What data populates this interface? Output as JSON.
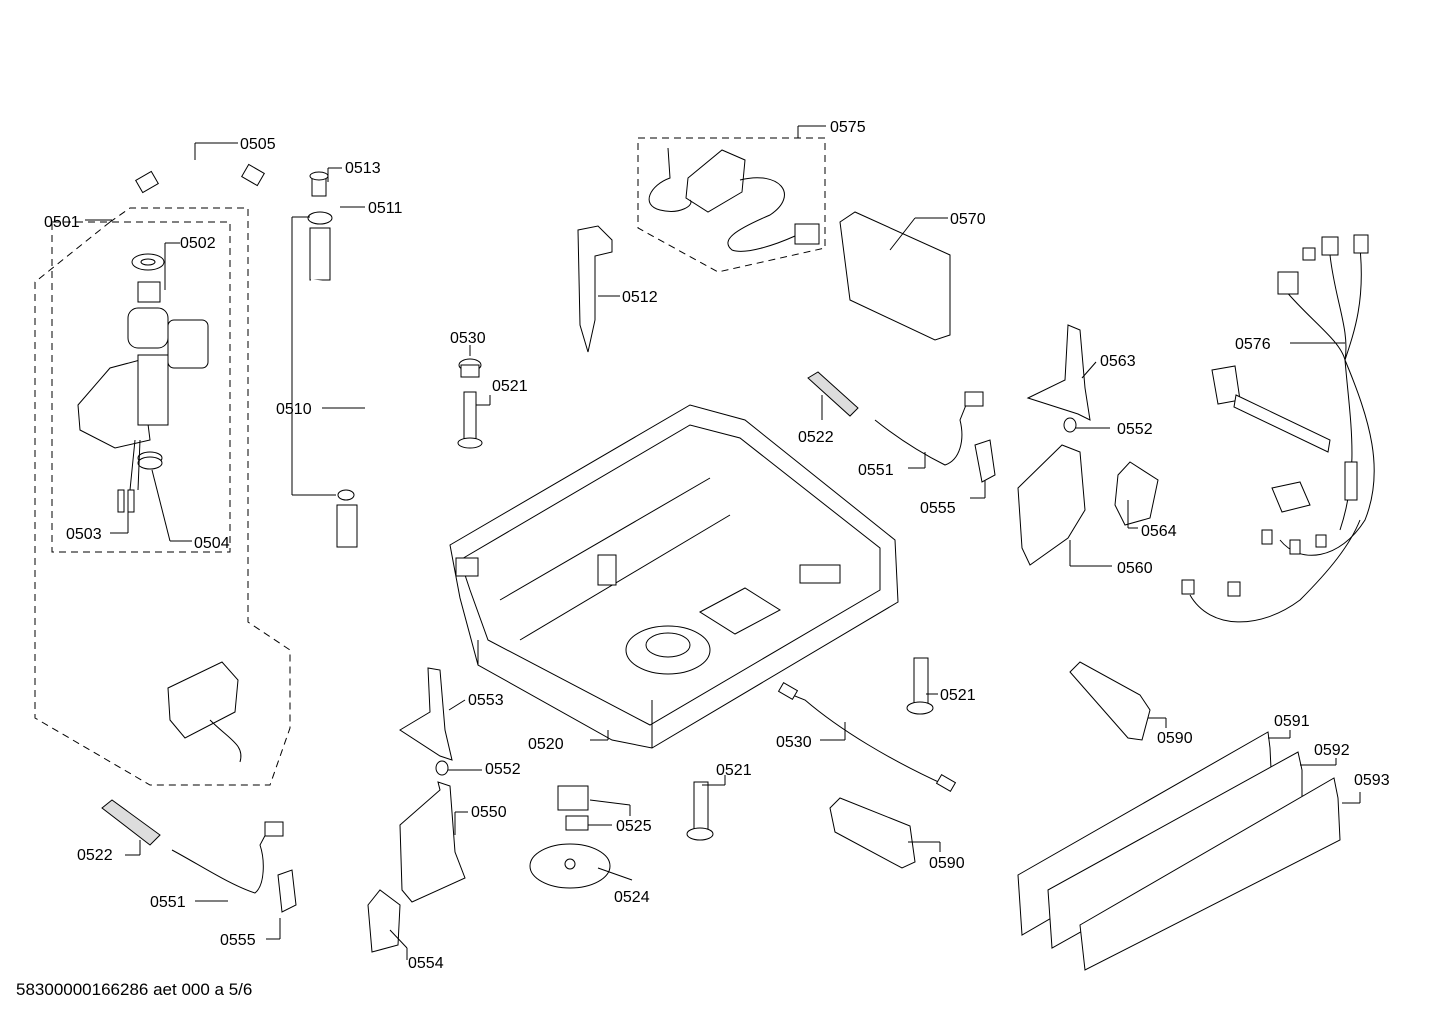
{
  "footer_text": "58300000166286 aet 000 a 5/6",
  "labels": {
    "p0501": "0501",
    "p0502": "0502",
    "p0503": "0503",
    "p0504": "0504",
    "p0505": "0505",
    "p0510": "0510",
    "p0511": "0511",
    "p0512": "0512",
    "p0513": "0513",
    "p0520": "0520",
    "p0521a": "0521",
    "p0521b": "0521",
    "p0521c": "0521",
    "p0522a": "0522",
    "p0522b": "0522",
    "p0524": "0524",
    "p0525": "0525",
    "p0530a": "0530",
    "p0530b": "0530",
    "p0550": "0550",
    "p0551a": "0551",
    "p0551b": "0551",
    "p0552a": "0552",
    "p0552b": "0552",
    "p0553": "0553",
    "p0554": "0554",
    "p0555a": "0555",
    "p0555b": "0555",
    "p0560": "0560",
    "p0563": "0563",
    "p0564": "0564",
    "p0570": "0570",
    "p0575": "0575",
    "p0576": "0576",
    "p0590a": "0590",
    "p0590b": "0590",
    "p0591": "0591",
    "p0592": "0592",
    "p0593": "0593"
  }
}
